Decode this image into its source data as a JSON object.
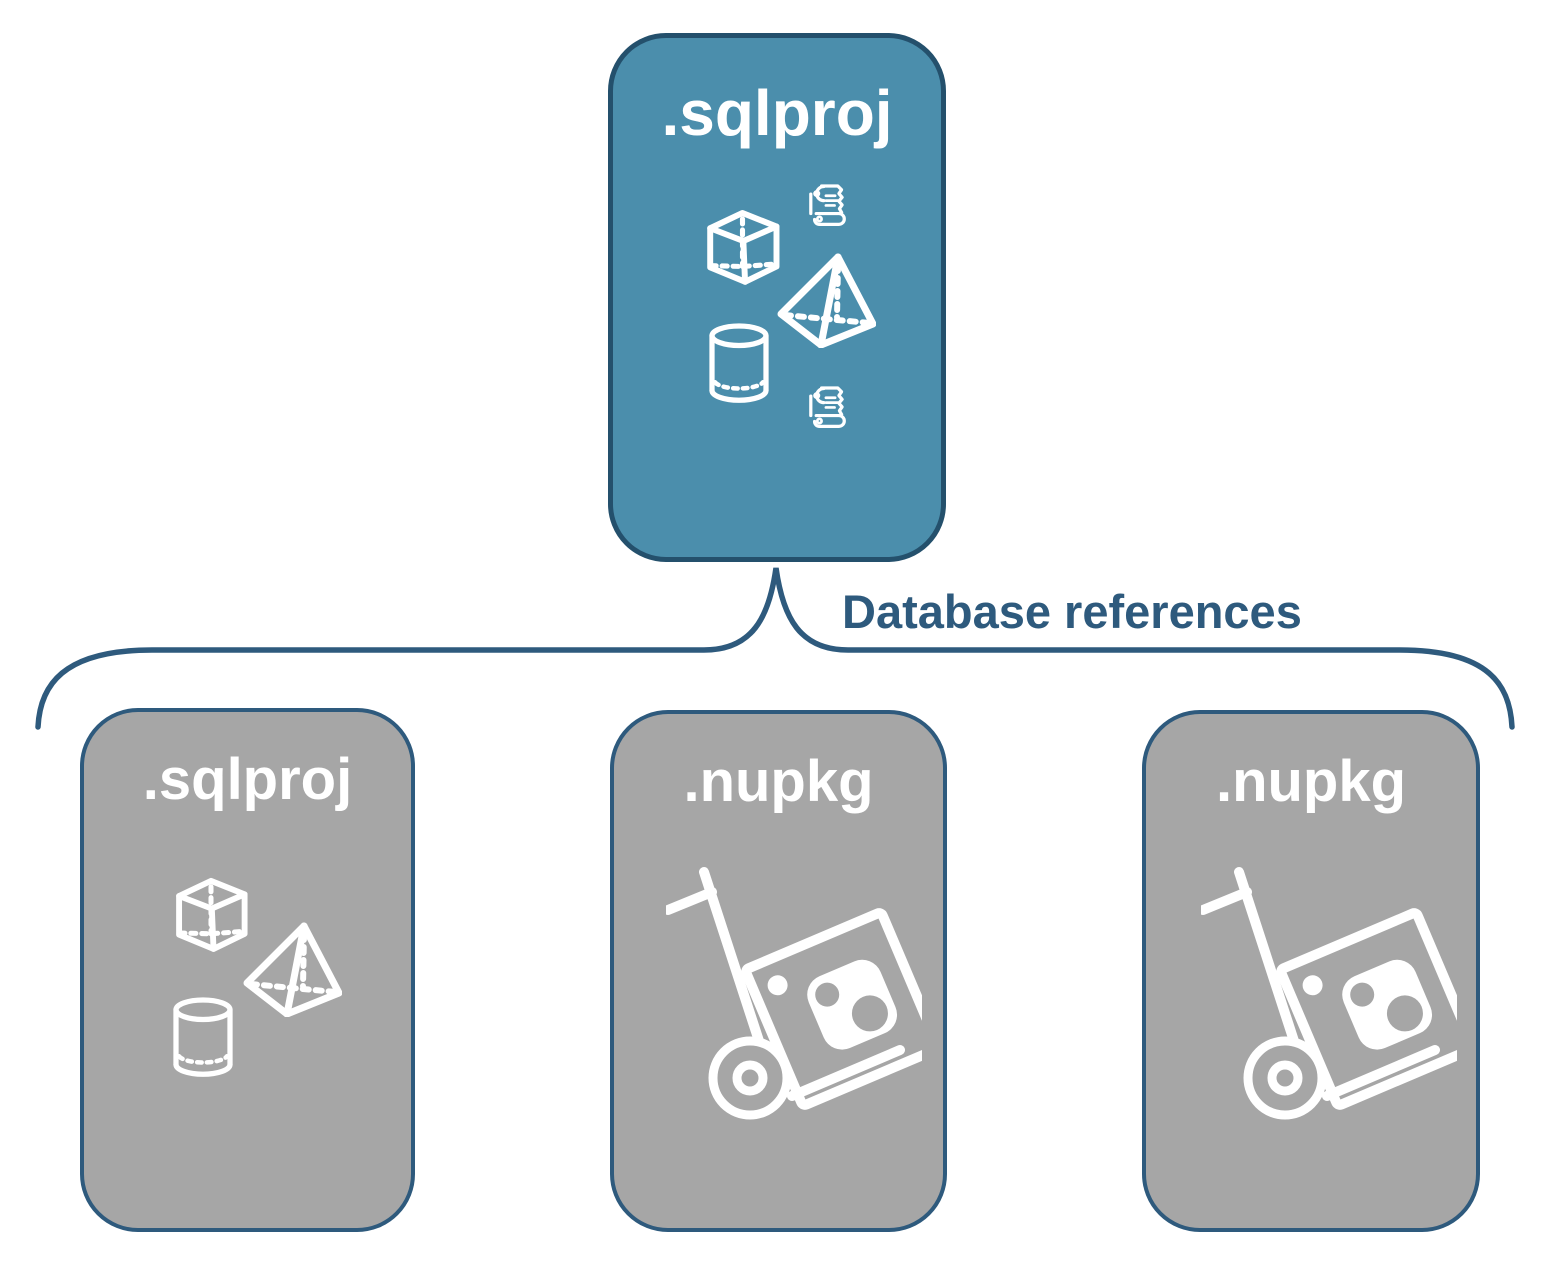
{
  "diagram": {
    "relationship_label": "Database references",
    "nodes": {
      "parent": {
        "label": ".sqlproj",
        "icons": [
          "scroll-icon",
          "cube-icon",
          "pyramid-icon",
          "cylinder-icon",
          "scroll-icon"
        ],
        "fill_color": "#4B8EAC",
        "border_color": "#24506C",
        "text_color": "#FFFFFF"
      },
      "children": [
        {
          "label": ".sqlproj",
          "icons": [
            "cube-icon",
            "pyramid-icon",
            "cylinder-icon"
          ],
          "fill_color": "#A6A6A6",
          "border_color": "#2E5A7D",
          "text_color": "#FFFFFF"
        },
        {
          "label": ".nupkg",
          "icons": [
            "hand-truck-package-icon"
          ],
          "fill_color": "#A6A6A6",
          "border_color": "#2E5A7D",
          "text_color": "#FFFFFF"
        },
        {
          "label": ".nupkg",
          "icons": [
            "hand-truck-package-icon"
          ],
          "fill_color": "#A6A6A6",
          "border_color": "#2E5A7D",
          "text_color": "#FFFFFF"
        }
      ]
    },
    "colors": {
      "accent_stroke": "#2E5A7D",
      "label_text": "#2E5A7D",
      "background": "#FFFFFF"
    }
  }
}
